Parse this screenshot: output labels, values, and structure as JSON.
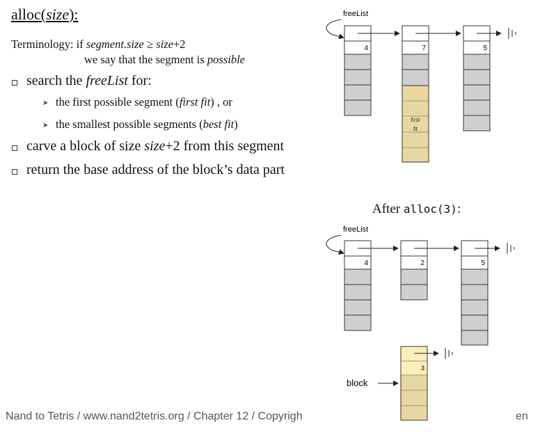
{
  "title": {
    "prefix": "alloc(",
    "param": "size",
    "suffix": "):"
  },
  "terminology": {
    "label": "Terminology: if ",
    "condition_lhs": "segment.size",
    "condition_op": " ≥ ",
    "condition_rhs": "size",
    "condition_plus": "+2",
    "line2_prefix": "we say that the segment is ",
    "line2_word": "possible"
  },
  "bullets": {
    "b1_prefix": "search the ",
    "b1_em": "freeList",
    "b1_suffix": " for:",
    "sub1_prefix": "the first possible segment (",
    "sub1_em": "first fit",
    "sub1_suffix": ") , or",
    "sub2_prefix": "the smallest possible segments (",
    "sub2_em": "best fit",
    "sub2_suffix": ")",
    "b2_prefix": "carve a block of size ",
    "b2_em": "size",
    "b2_suffix": "+2 from this segment",
    "b3": "return the base address of the block’s data part"
  },
  "diagram_top": {
    "freelist_label": "freeList",
    "seg1_size": "4",
    "seg2_size": "7",
    "seg3_size": "5",
    "first_fit_line1": "first",
    "first_fit_line2": "fit"
  },
  "after_caption": {
    "prefix": "After ",
    "code": "alloc(3)",
    "suffix": ":"
  },
  "diagram_bottom": {
    "freelist_label": "freeList",
    "seg1_size": "4",
    "seg2_size": "2",
    "seg3_size": "5",
    "block_label": "block",
    "block_size": "3"
  },
  "footer": {
    "left": "Nand to Tetris / www.nand2tetris.org / Chapter 12 / Copyrigh",
    "right": "en"
  },
  "colors": {
    "cell_gray": "#cfcfcf",
    "cell_tan": "#e8d79f",
    "cell_light": "#fbefb7",
    "border": "#333333"
  }
}
